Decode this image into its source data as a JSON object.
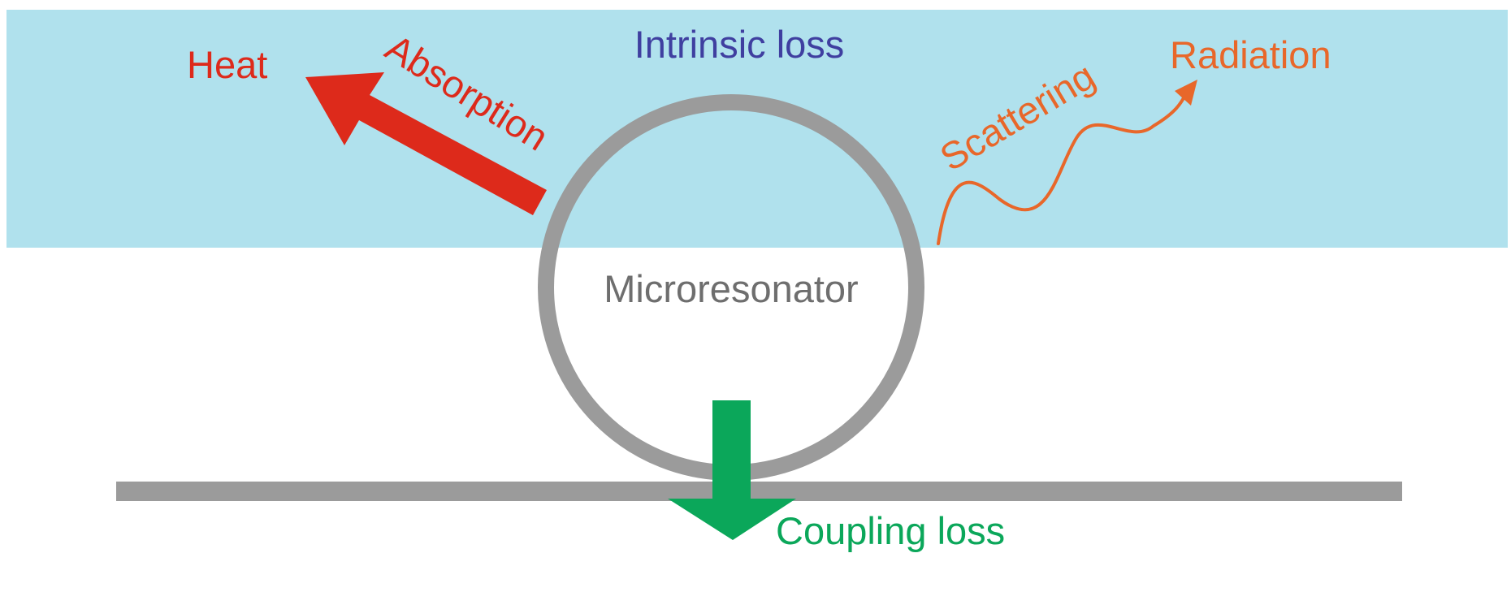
{
  "labels": {
    "intrinsic_loss": "Intrinsic loss",
    "heat": "Heat",
    "absorption": "Absorption",
    "scattering": "Scattering",
    "radiation": "Radiation",
    "microresonator": "Microresonator",
    "coupling_loss": "Coupling loss"
  },
  "colors": {
    "intrinsic_region": "#b0e1ed",
    "intrinsic_label": "#3f3fa0",
    "absorption": "#dd2a1b",
    "scattering": "#e8672a",
    "resonator": "#9b9b9b",
    "resonator_label": "#6e6e6e",
    "waveguide": "#9b9b9b",
    "coupling": "#0ba75a"
  }
}
